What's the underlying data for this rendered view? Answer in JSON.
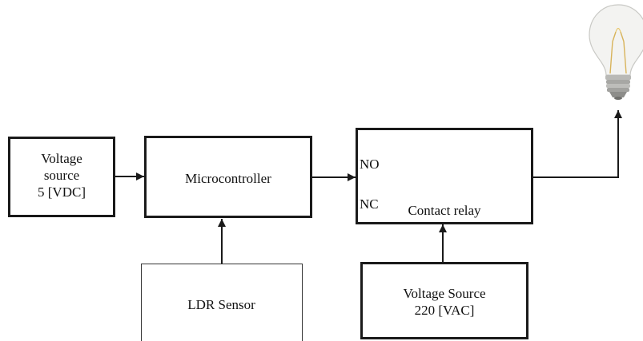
{
  "blocks": {
    "voltage_source_dc": {
      "label": "Voltage\nsource\n5 [VDC]"
    },
    "microcontroller": {
      "label": "Microcontroller"
    },
    "ldr_sensor": {
      "label": "LDR Sensor"
    },
    "contact_relay": {
      "label": "Contact relay",
      "no_label": "NO",
      "nc_label": "NC"
    },
    "voltage_source_ac": {
      "label": "Voltage Source\n220 [VAC]"
    }
  },
  "lamp": {
    "icon": "light-bulb-icon"
  },
  "colors": {
    "line": "#1a1a1a",
    "background": "#ffffff"
  }
}
